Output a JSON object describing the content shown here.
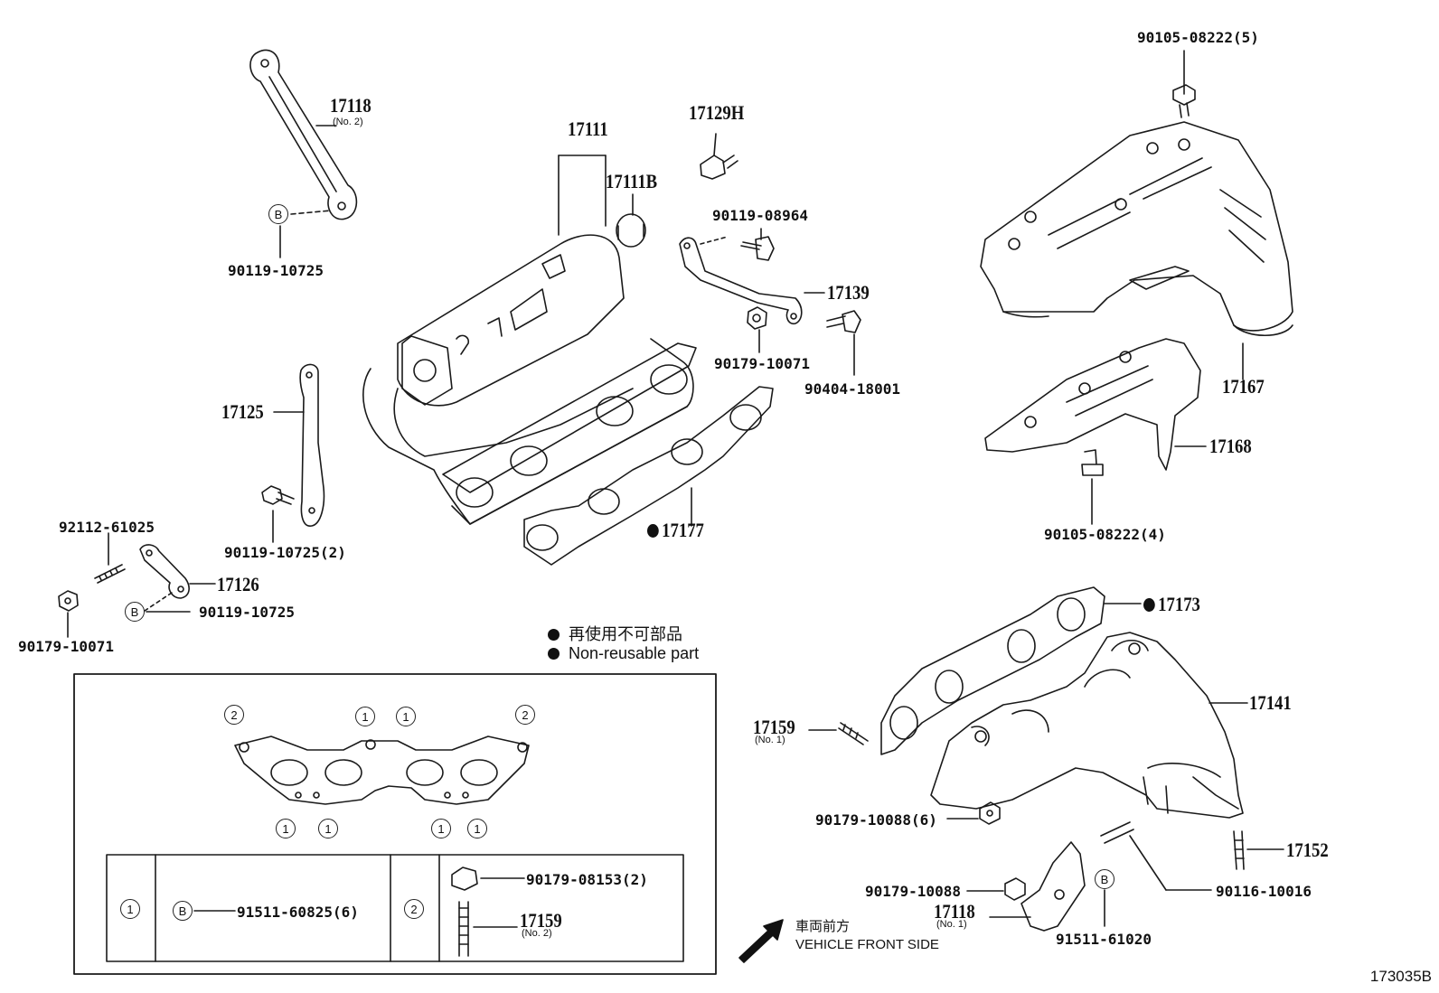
{
  "parts": {
    "p17118_no2": {
      "num": "17118",
      "sub": "(No. 2)"
    },
    "p90119_10725_a": "90119-10725",
    "p17111": "17111",
    "p17111B": "17111B",
    "p17129H": "17129H",
    "p90119_08964": "90119-08964",
    "p17139": "17139",
    "p90179_10071_a": "90179-10071",
    "p90404_18001": "90404-18001",
    "p90105_08222_5": "90105-08222(5)",
    "p17167": "17167",
    "p17168": "17168",
    "p90105_08222_4": "90105-08222(4)",
    "p17125": "17125",
    "p90119_10725_2": "90119-10725(2)",
    "p17177": "17177",
    "p92112_61025": "92112-61025",
    "p17126": "17126",
    "p90119_10725_b": "90119-10725",
    "p90179_10071_b": "90179-10071",
    "p17173": "17173",
    "p17141": "17141",
    "p17159_no1": {
      "num": "17159",
      "sub": "(No. 1)"
    },
    "p90179_10088_6": "90179-10088(6)",
    "p17152": "17152",
    "p90179_10088": "90179-10088",
    "p90116_10016": "90116-10016",
    "p17118_no1": {
      "num": "17118",
      "sub": "(No. 1)"
    },
    "p91511_61020": "91511-61020"
  },
  "legend": {
    "jp": "再使用不可部品",
    "en": "Non-reusable part"
  },
  "inset": {
    "top_markers": [
      "2",
      "1",
      "1",
      "2"
    ],
    "bottom_markers": [
      "1",
      "1",
      "1",
      "1"
    ],
    "table": {
      "col1_marker": "1",
      "col1_symbol": "B",
      "col1_part": "91511-60825(6)",
      "col2_marker": "2",
      "col2_part_a": "90179-08153(2)",
      "col2_part_b": {
        "num": "17159",
        "sub": "(No. 2)"
      }
    }
  },
  "symbols": {
    "b_marker": "B"
  },
  "front": {
    "jp": "車両前方",
    "en": "VEHICLE FRONT SIDE"
  },
  "reference": "173035B"
}
